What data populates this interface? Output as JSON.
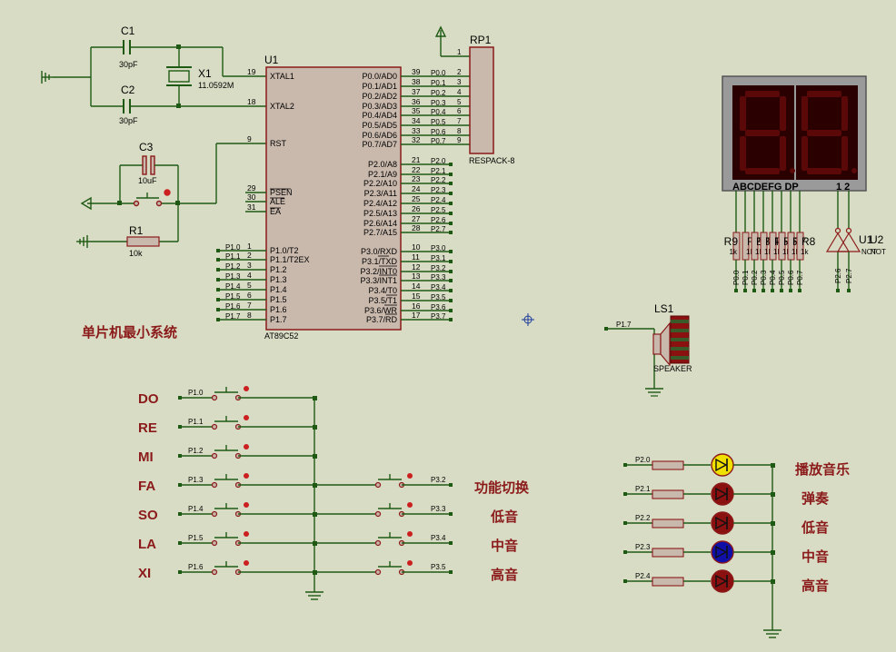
{
  "colors": {
    "background": "#d9dcc4",
    "wire": "#1e5a14",
    "body_outline": "#8b1a1a",
    "body_fill": "#c9b8ac",
    "label": "#000000",
    "title_text": "#8b1a1a",
    "led_yellow": "#f0e000",
    "led_red": "#8b1010",
    "led_blue": "#1010a8",
    "display_bg": "#2a0000",
    "display_off": "#5a0808"
  },
  "mcu": {
    "ref": "U1",
    "part": "AT89C52",
    "left_pins": [
      {
        "num": "19",
        "name": "XTAL1"
      },
      {
        "num": "18",
        "name": "XTAL2"
      },
      {
        "num": "9",
        "name": "RST"
      },
      {
        "num": "29",
        "name": "PSEN"
      },
      {
        "num": "30",
        "name": "ALE"
      },
      {
        "num": "31",
        "name": "EA"
      },
      {
        "num": "1",
        "name": "P1.0/T2"
      },
      {
        "num": "2",
        "name": "P1.1/T2EX"
      },
      {
        "num": "3",
        "name": "P1.2"
      },
      {
        "num": "4",
        "name": "P1.3"
      },
      {
        "num": "5",
        "name": "P1.4"
      },
      {
        "num": "6",
        "name": "P1.5"
      },
      {
        "num": "7",
        "name": "P1.6"
      },
      {
        "num": "8",
        "name": "P1.7"
      }
    ],
    "left_nets": [
      "P1.0",
      "P1.1",
      "P1.2",
      "P1.3",
      "P1.4",
      "P1.5",
      "P1.6",
      "P1.7"
    ],
    "right_pins": [
      {
        "num": "39",
        "name": "P0.0/AD0",
        "net": "P0.0"
      },
      {
        "num": "38",
        "name": "P0.1/AD1",
        "net": "P0.1"
      },
      {
        "num": "37",
        "name": "P0.2/AD2",
        "net": "P0.2"
      },
      {
        "num": "36",
        "name": "P0.3/AD3",
        "net": "P0.3"
      },
      {
        "num": "35",
        "name": "P0.4/AD4",
        "net": "P0.4"
      },
      {
        "num": "34",
        "name": "P0.5/AD5",
        "net": "P0.5"
      },
      {
        "num": "33",
        "name": "P0.6/AD6",
        "net": "P0.6"
      },
      {
        "num": "32",
        "name": "P0.7/AD7",
        "net": "P0.7"
      },
      {
        "num": "21",
        "name": "P2.0/A8",
        "net": "P2.0"
      },
      {
        "num": "22",
        "name": "P2.1/A9",
        "net": "P2.1"
      },
      {
        "num": "23",
        "name": "P2.2/A10",
        "net": "P2.2"
      },
      {
        "num": "24",
        "name": "P2.3/A11",
        "net": "P2.3"
      },
      {
        "num": "25",
        "name": "P2.4/A12",
        "net": "P2.4"
      },
      {
        "num": "26",
        "name": "P2.5/A13",
        "net": "P2.5"
      },
      {
        "num": "27",
        "name": "P2.6/A14",
        "net": "P2.6"
      },
      {
        "num": "28",
        "name": "P2.7/A15",
        "net": "P2.7"
      },
      {
        "num": "10",
        "name": "P3.0/RXD",
        "net": "P3.0"
      },
      {
        "num": "11",
        "name": "P3.1/TXD",
        "net": "P3.1"
      },
      {
        "num": "12",
        "name": "P3.2/INT0",
        "net": "P3.2"
      },
      {
        "num": "13",
        "name": "P3.3/INT1",
        "net": "P3.3"
      },
      {
        "num": "14",
        "name": "P3.4/T0",
        "net": "P3.4"
      },
      {
        "num": "15",
        "name": "P3.5/T1",
        "net": "P3.5"
      },
      {
        "num": "16",
        "name": "P3.6/WR",
        "net": "P3.6"
      },
      {
        "num": "17",
        "name": "P3.7/RD",
        "net": "P3.7"
      }
    ]
  },
  "c1": {
    "ref": "C1",
    "value": "30pF"
  },
  "c2": {
    "ref": "C2",
    "value": "30pF"
  },
  "x1": {
    "ref": "X1",
    "value": "11.0592M"
  },
  "c3": {
    "ref": "C3",
    "value": "10uF"
  },
  "r1": {
    "ref": "R1",
    "value": "10k"
  },
  "rp1": {
    "ref": "RP1",
    "part": "RESPACK-8",
    "pins": [
      "1",
      "2",
      "3",
      "4",
      "5",
      "6",
      "7",
      "8",
      "9"
    ]
  },
  "ls1": {
    "ref": "LS1",
    "part": "SPEAKER",
    "net": "P1.7"
  },
  "display": {
    "segment_label": "ABCDEFG DP",
    "digit_label": "1 2"
  },
  "resistor_array": {
    "refs": [
      "R9",
      "R2",
      "R3",
      "R4",
      "R5",
      "R6",
      "R7",
      "R8"
    ],
    "values": [
      "1k",
      "1k",
      "1k",
      "1k",
      "1k",
      "1k",
      "1k",
      "1k"
    ],
    "nets": [
      "P0.0",
      "P0.1",
      "P0.2",
      "P0.3",
      "P0.4",
      "P0.5",
      "P0.6",
      "P0.7"
    ]
  },
  "inverters": {
    "refs": [
      "U1",
      "U2"
    ],
    "part": "NOT",
    "nets": [
      "P2.6",
      "P2.7"
    ]
  },
  "titles": {
    "min_system": "单片机最小系统"
  },
  "notes": [
    {
      "label": "DO",
      "net": "P1.0"
    },
    {
      "label": "RE",
      "net": "P1.1"
    },
    {
      "label": "MI",
      "net": "P1.2"
    },
    {
      "label": "FA",
      "net": "P1.3"
    },
    {
      "label": "SO",
      "net": "P1.4"
    },
    {
      "label": "LA",
      "net": "P1.5"
    },
    {
      "label": "XI",
      "net": "P1.6"
    }
  ],
  "func_buttons": [
    {
      "net": "P3.2",
      "label": "功能切换"
    },
    {
      "net": "P3.3",
      "label": "低音"
    },
    {
      "net": "P3.4",
      "label": "中音"
    },
    {
      "net": "P3.5",
      "label": "高音"
    }
  ],
  "leds": [
    {
      "net": "P2.0",
      "label": "播放音乐",
      "color": "#f0e000"
    },
    {
      "net": "P2.1",
      "label": "弹奏",
      "color": "#8b1010"
    },
    {
      "net": "P2.2",
      "label": "低音",
      "color": "#8b1010"
    },
    {
      "net": "P2.3",
      "label": "中音",
      "color": "#1010a8"
    },
    {
      "net": "P2.4",
      "label": "高音",
      "color": "#8b1010"
    }
  ]
}
